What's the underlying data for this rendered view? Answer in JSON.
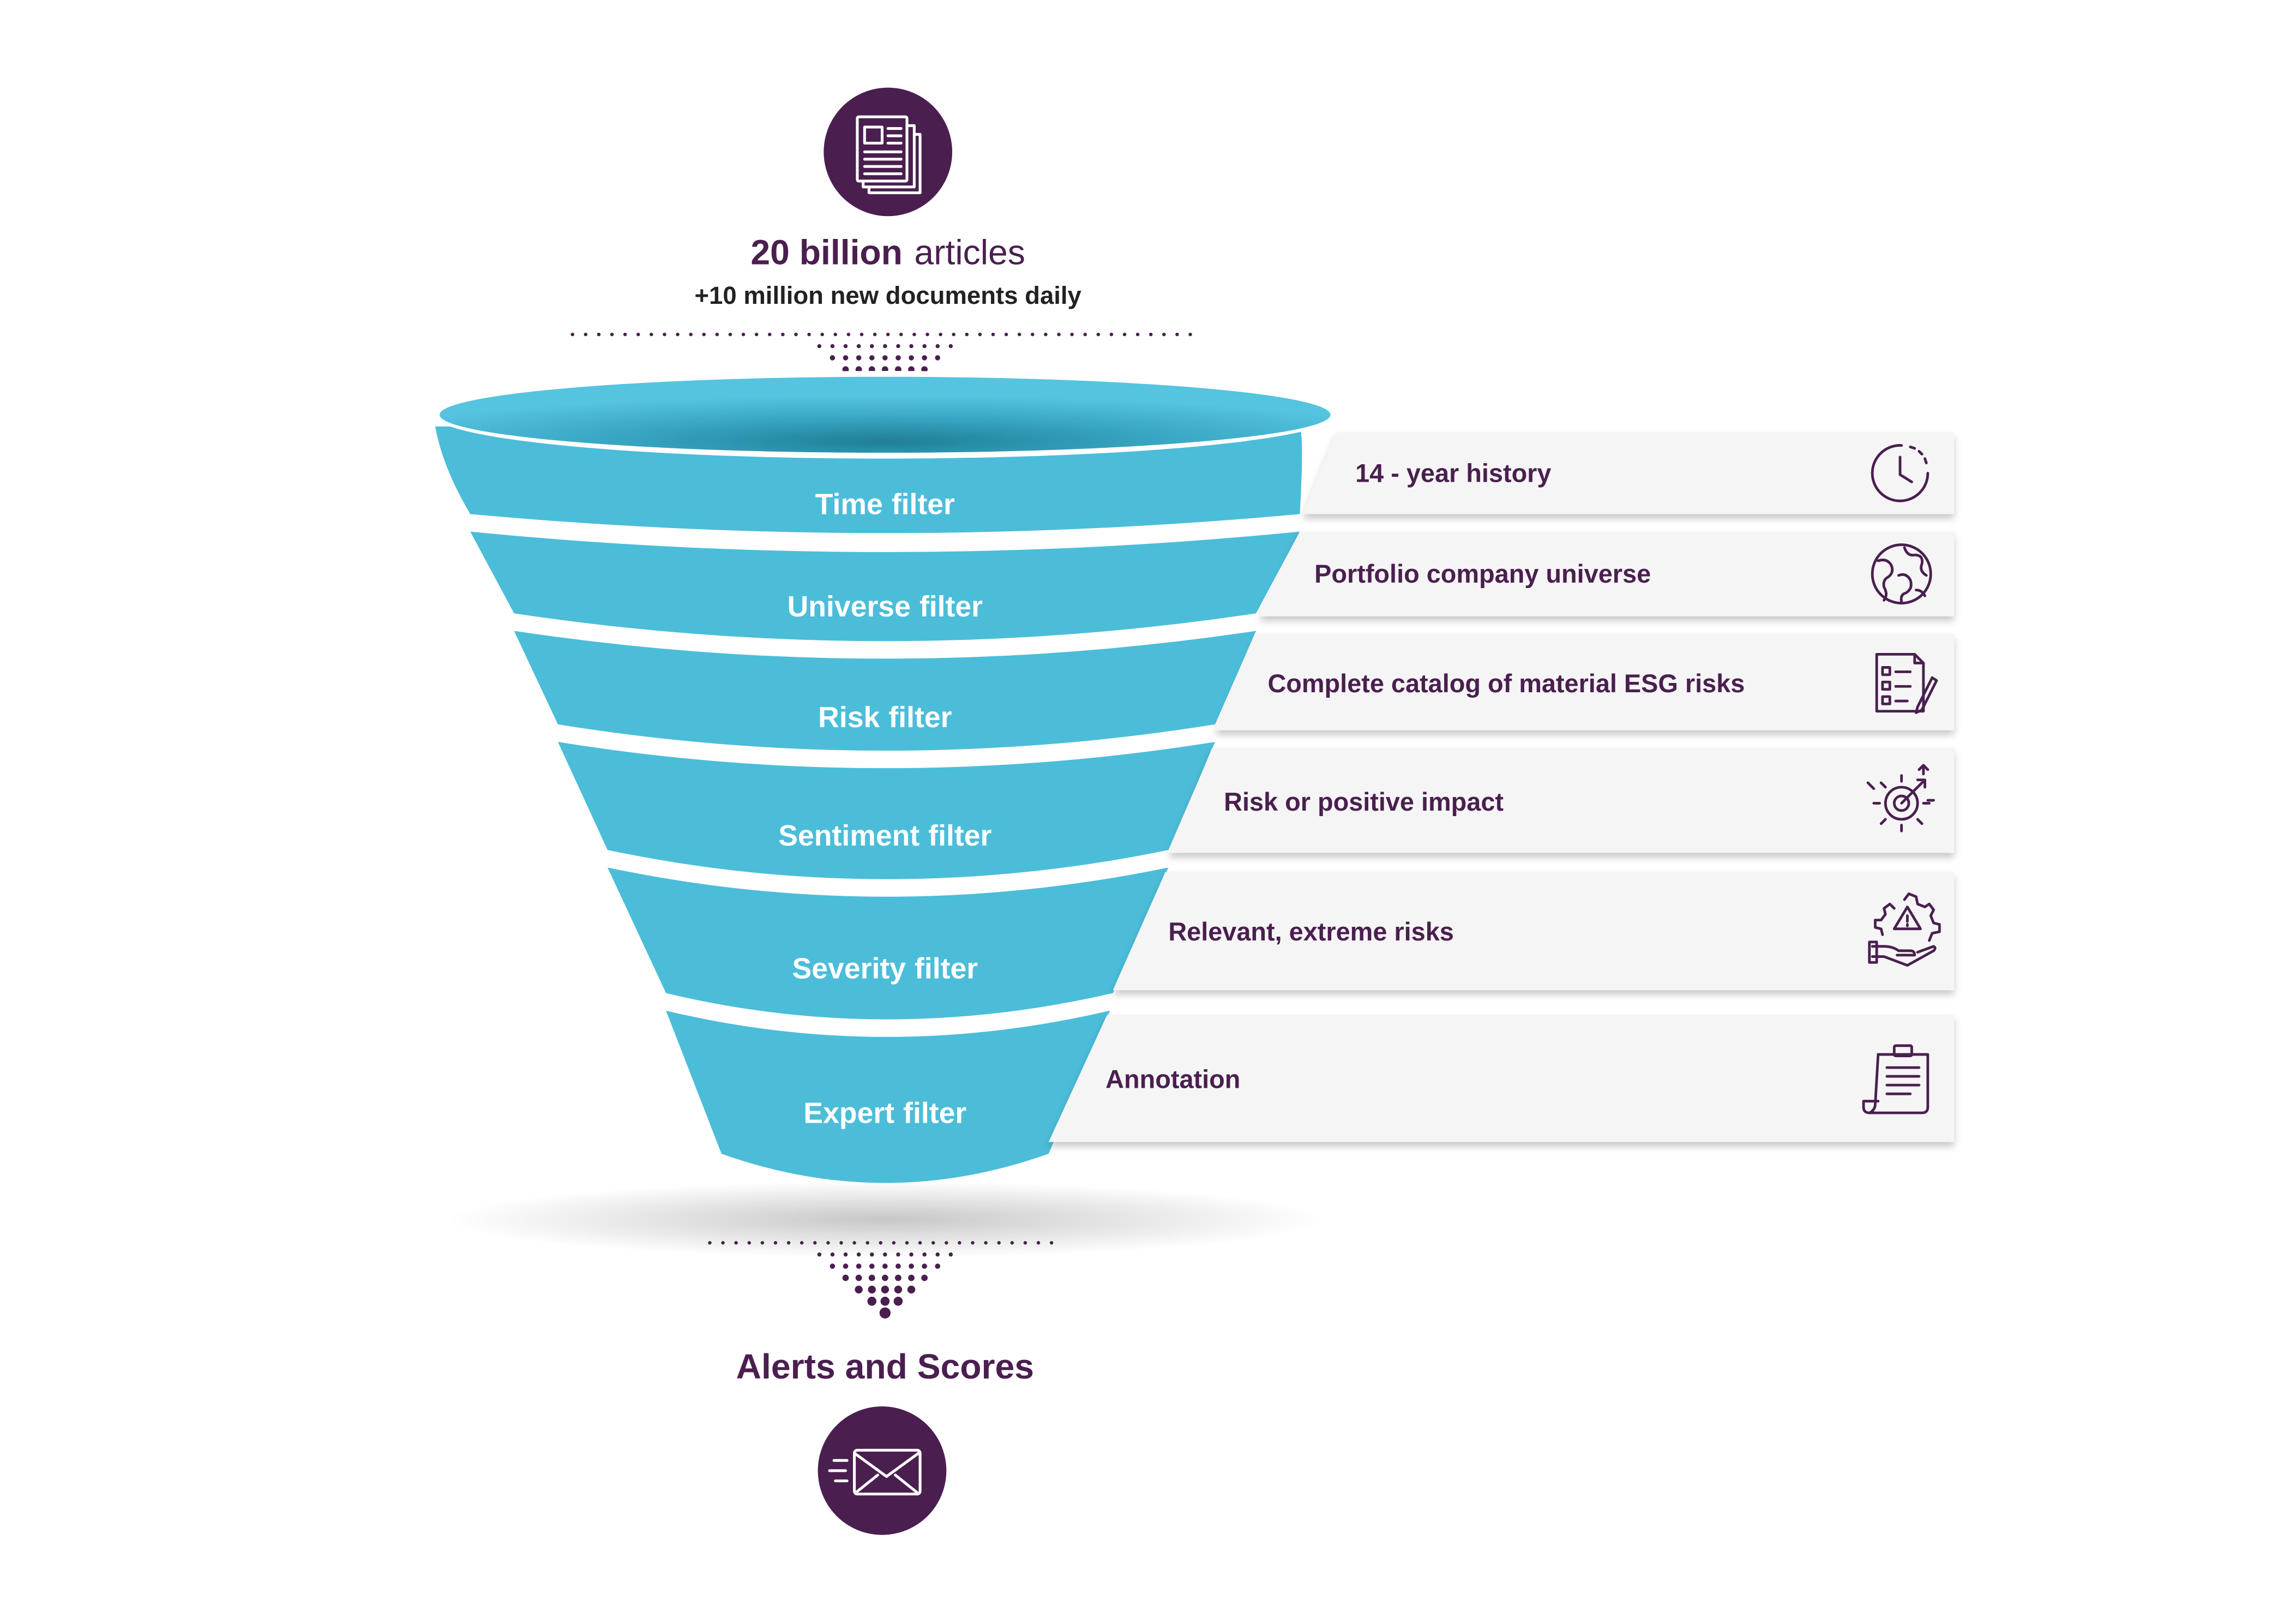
{
  "header": {
    "count_bold": "20 billion",
    "count_rest": "articles",
    "subtitle": "+10 million new documents daily"
  },
  "stages": [
    {
      "bold": "Time",
      "rest": "filter",
      "description": "14 - year history",
      "icon": "clock-icon"
    },
    {
      "bold": "Universe",
      "rest": "filter",
      "description": "Portfolio company universe",
      "icon": "globe-icon"
    },
    {
      "bold": "Risk",
      "rest": "filter",
      "description": "Complete catalog of material ESG risks",
      "icon": "checklist-icon"
    },
    {
      "bold": "Sentiment",
      "rest": "filter",
      "description": "Risk or positive impact",
      "icon": "gear-target-icon"
    },
    {
      "bold": "Severity",
      "rest": "filter",
      "description": "Relevant, extreme risks",
      "icon": "warning-gear-hand-icon"
    },
    {
      "bold": "Expert",
      "rest": "filter",
      "description": "Annotation",
      "icon": "clipboard-scroll-icon"
    }
  ],
  "footer": {
    "title": "Alerts and Scores"
  },
  "colors": {
    "funnel": "#4bbdd9",
    "accent_purple": "#4a1f4f",
    "panel_bg": "#f5f5f5"
  }
}
